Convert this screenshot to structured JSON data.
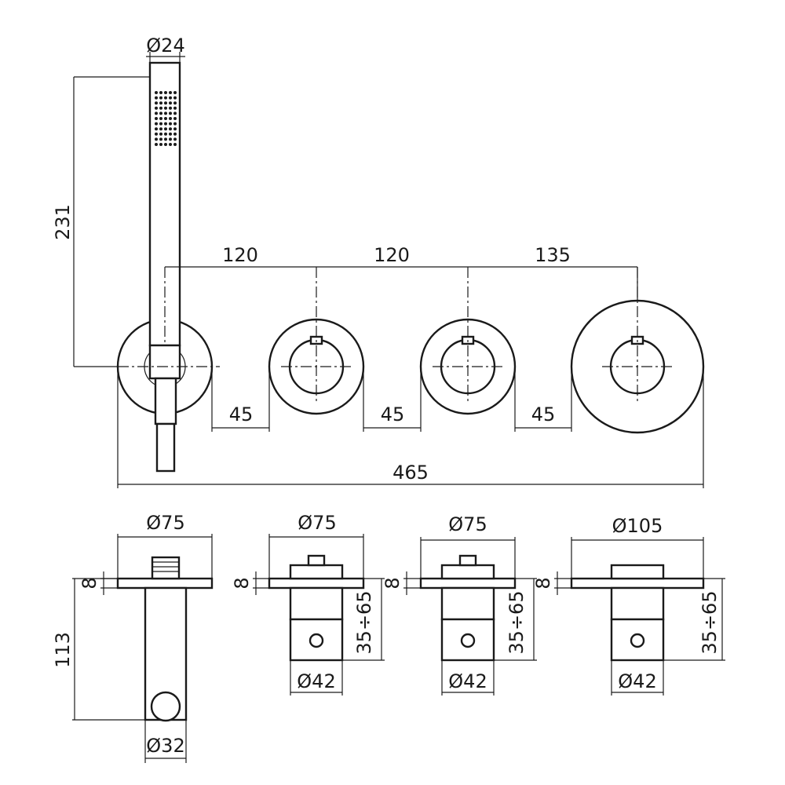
{
  "dimensions": {
    "handshower_diameter": "Ø24",
    "handshower_height": "231",
    "spacing_1": "120",
    "spacing_2": "120",
    "spacing_3": "135",
    "gap_1": "45",
    "gap_2": "45",
    "gap_3": "45",
    "total_length": "465",
    "plate_1_diameter": "Ø75",
    "plate_2_diameter": "Ø75",
    "plate_3_diameter": "Ø75",
    "plate_4_diameter": "Ø105",
    "plate_thickness_1": "8",
    "plate_thickness_2": "8",
    "plate_thickness_3": "8",
    "plate_thickness_4": "8",
    "outlet_depth": "113",
    "outlet_diameter": "Ø32",
    "body_diameter_2": "Ø42",
    "body_diameter_3": "Ø42",
    "body_diameter_4": "Ø42",
    "depth_range_2": "35÷65",
    "depth_range_3": "35÷65",
    "depth_range_4": "35÷65"
  }
}
